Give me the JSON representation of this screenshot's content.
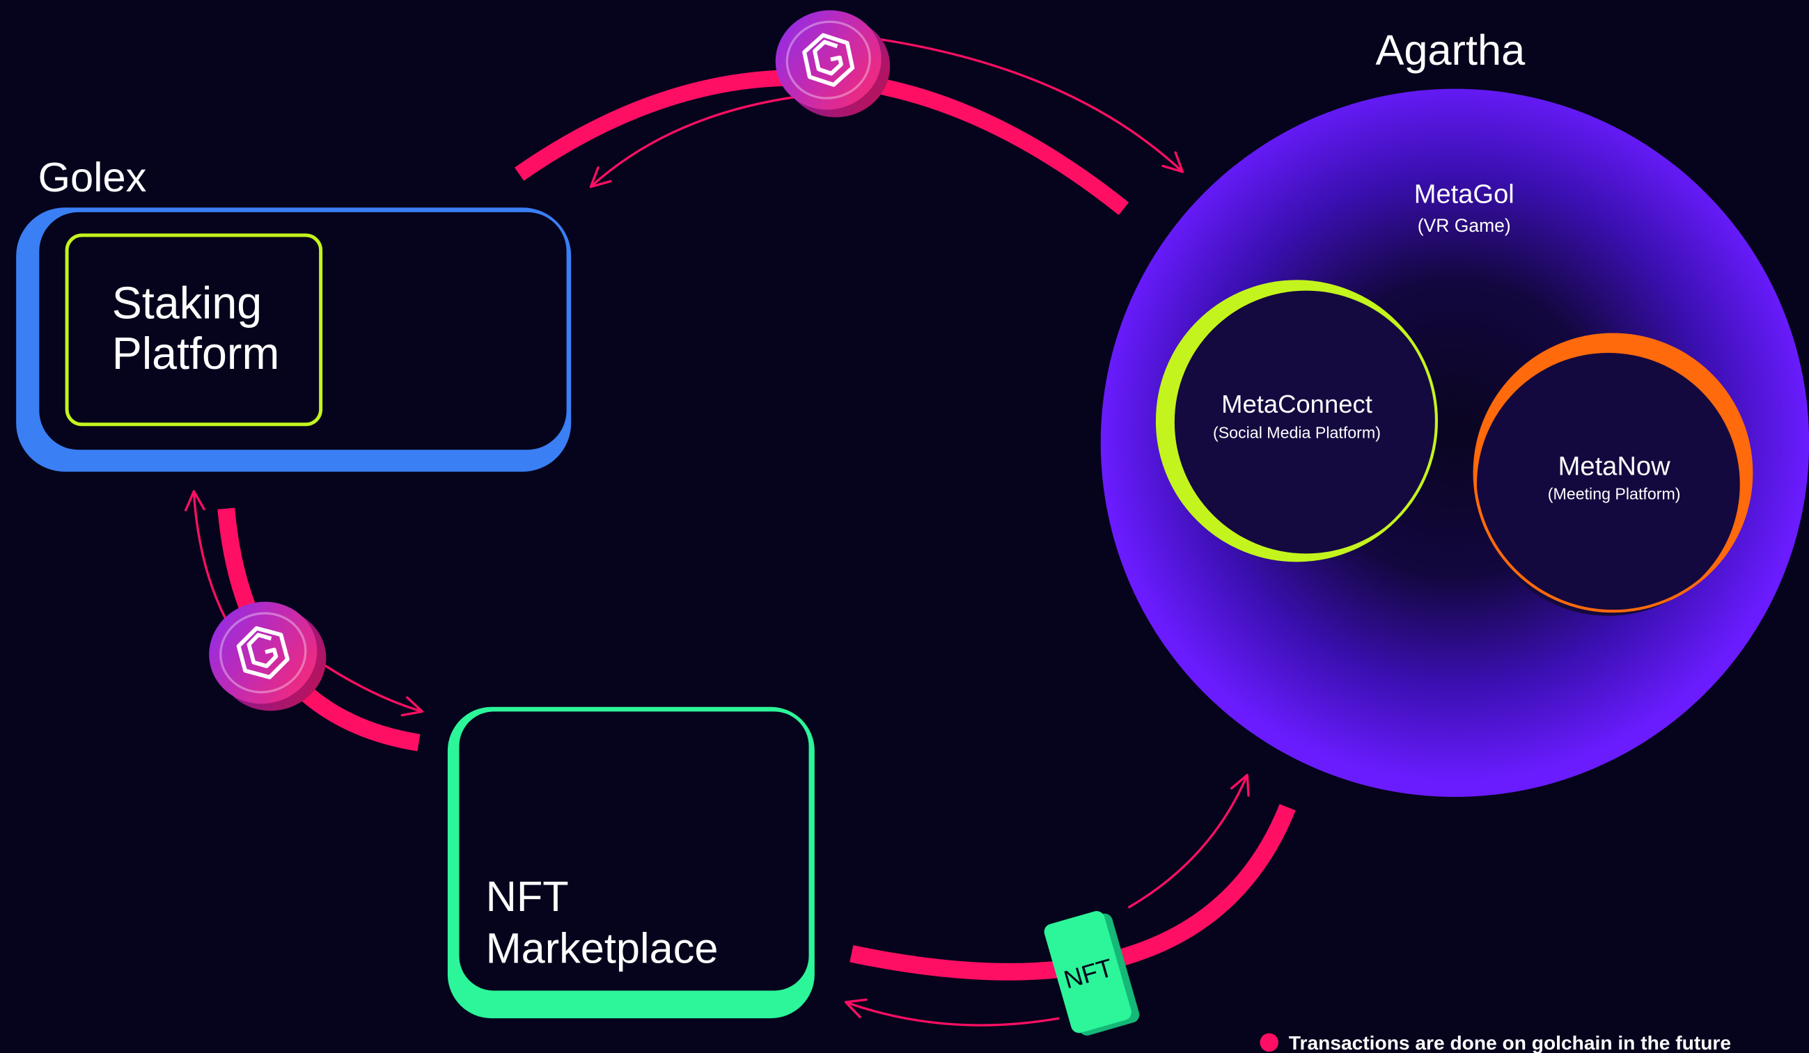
{
  "golex": {
    "title": "Golex",
    "staking_line1": "Staking",
    "staking_line2": "Platform"
  },
  "nft_marketplace": {
    "line1": "NFT",
    "line2": "Marketplace"
  },
  "agartha": {
    "title": "Agartha",
    "metagol": {
      "name": "MetaGol",
      "sub": "(VR Game)"
    },
    "metaconnect": {
      "name": "MetaConnect",
      "sub": "(Social Media Platform)"
    },
    "metanow": {
      "name": "MetaNow",
      "sub": "(Meeting Platform)"
    }
  },
  "nft_card": {
    "label": "NFT"
  },
  "coin_icon": "golchain-coin-icon",
  "legend": {
    "text": "Transactions are done on golchain in the future"
  },
  "colors": {
    "background": "#06041c",
    "golex_blue": "#3a7ff4",
    "staking_lime": "#c4f41d",
    "marketplace_green": "#2cf59a",
    "agartha_purple": "#5f16ff",
    "metanow_orange": "#ff6a0c",
    "arrow_pink": "#ff0f63"
  }
}
